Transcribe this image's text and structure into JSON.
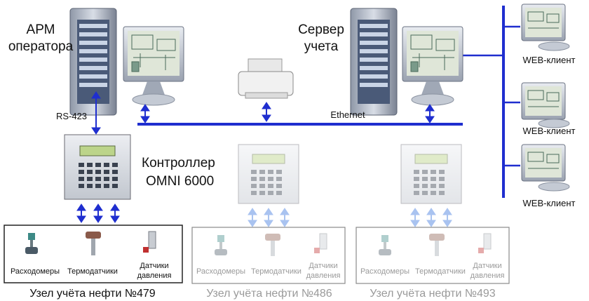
{
  "workstation": {
    "title_line1": "АРМ",
    "title_line2": "оператора"
  },
  "server": {
    "title_line1": "Сервер",
    "title_line2": "учета"
  },
  "links": {
    "rs": "RS-423",
    "ethernet": "Ethernet"
  },
  "web_clients": [
    {
      "label": "WEB-клиент"
    },
    {
      "label": "WEB-клиент"
    },
    {
      "label": "WEB-клиент"
    }
  ],
  "controller": {
    "title_line1": "Контроллер",
    "title_line2": "OMNI 6000"
  },
  "stations": [
    {
      "name": "Узел учёта нефти №479",
      "active": true,
      "sensors": {
        "flow": "Расходомеры",
        "temp": "Термодатчики",
        "press_line1": "Датчики",
        "press_line2": "давления"
      }
    },
    {
      "name": "Узел учёта нефти №486",
      "active": false,
      "sensors": {
        "flow": "Расходомеры",
        "temp": "Термодатчики",
        "press_line1": "Датчики",
        "press_line2": "давления"
      }
    },
    {
      "name": "Узел учёта нефти №493",
      "active": false,
      "sensors": {
        "flow": "Расходомеры",
        "temp": "Термодатчики",
        "press_line1": "Датчики",
        "press_line2": "давления"
      }
    }
  ],
  "colors": {
    "network": "#1f2ecf",
    "arrow": "#1f2ecf",
    "arrow_faded": "#a9c3f0",
    "box": "#222222",
    "box_faded": "#8a8a8a"
  }
}
